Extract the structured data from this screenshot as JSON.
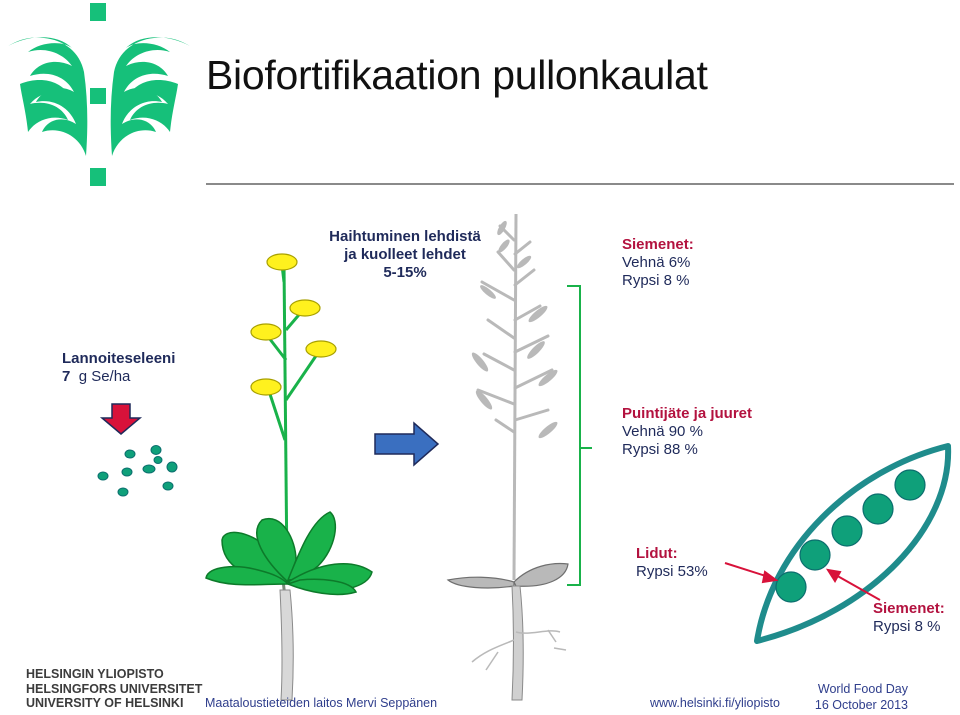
{
  "slide": {
    "title": "Biofortifikaation pullonkaulat"
  },
  "labels": {
    "evaporation": {
      "line1": "Haihtuminen lehdistä",
      "line2": "ja kuolleet lehdet",
      "line3": "5-15%"
    },
    "seeds_top": {
      "heading": "Siemenet:",
      "line1": "Vehnä 6%",
      "line2": "Rypsi 8 %"
    },
    "fertilizer": {
      "line1": "Lannoiteseleeni",
      "value": "7",
      "unit": "g Se/ha"
    },
    "residue": {
      "heading": "Puintijäte ja juuret",
      "line1": "Vehnä  90 %",
      "line2": "Rypsi  88 %"
    },
    "pod_walls": {
      "heading": "Lidut:",
      "line1": "Rypsi 53%"
    },
    "seeds_pod": {
      "heading": "Siemenet:",
      "line1": "Rypsi 8 %"
    }
  },
  "footer": {
    "university": [
      "HELSINGIN YLIOPISTO",
      "HELSINGFORS UNIVERSITET",
      "UNIVERSITY OF HELSINKI"
    ],
    "department": "Maataloustieteiden laitos  Mervi Seppänen",
    "url": "www.helsinki.fi/yliopisto",
    "event": "World Food Day",
    "date": "16 October 2013"
  },
  "colors": {
    "logo_green": "#16c07a",
    "plant_green": "#19b24a",
    "flower_yellow": "#fff11e",
    "wheat_gray": "#b9b9b9",
    "arrow_red": "#d8123a",
    "arrow_blue": "#3a6fc0",
    "pod_teal": "#1f8c8c",
    "seed_teal": "#0fa07a",
    "label_crimson": "#b3123f",
    "label_navy": "#1f2a5a"
  },
  "icons": [
    "university-logo-icon",
    "red-down-arrow-icon",
    "blue-right-arrow-icon",
    "rapeseed-plant-icon",
    "wheat-plant-icon",
    "pod-icon"
  ]
}
